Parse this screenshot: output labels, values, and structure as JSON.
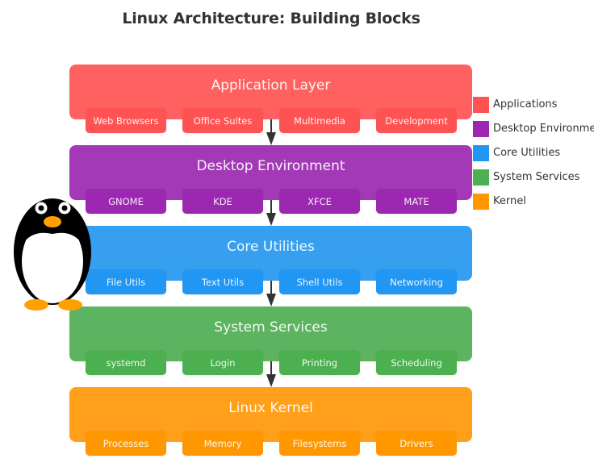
{
  "title": "Linux Architecture: Building Blocks",
  "layers": [
    {
      "name": "Application Layer",
      "color": "#FF5252",
      "layer_fill": "#FF6161",
      "sub_fill": "#FF5252",
      "components": [
        "Web Browsers",
        "Office Suites",
        "Multimedia",
        "Development"
      ]
    },
    {
      "name": "Desktop Environment",
      "color": "#9C27B0",
      "layer_fill": "#A339B6",
      "sub_fill": "#9C27B0",
      "components": [
        "GNOME",
        "KDE",
        "XFCE",
        "MATE"
      ]
    },
    {
      "name": "Core Utilities",
      "color": "#2196F3",
      "layer_fill": "#369FF0",
      "sub_fill": "#2196F3",
      "components": [
        "File Utils",
        "Text Utils",
        "Shell Utils",
        "Networking"
      ]
    },
    {
      "name": "System Services",
      "color": "#4CAF50",
      "layer_fill": "#5CB360",
      "sub_fill": "#4CAF50",
      "components": [
        "systemd",
        "Login",
        "Printing",
        "Scheduling"
      ]
    },
    {
      "name": "Linux Kernel",
      "color": "#FF9800",
      "layer_fill": "#FF9F1A",
      "sub_fill": "#FF9800",
      "components": [
        "Processes",
        "Memory",
        "Filesystems",
        "Drivers"
      ]
    }
  ],
  "legend": [
    {
      "label": "Applications",
      "color": "#FF5252"
    },
    {
      "label": "Desktop Environment",
      "color": "#9C27B0"
    },
    {
      "label": "Core Utilities",
      "color": "#2196F3"
    },
    {
      "label": "System Services",
      "color": "#4CAF50"
    },
    {
      "label": "Kernel",
      "color": "#FF9800"
    }
  ],
  "arrow_color": "#333333",
  "mascot": {
    "name": "Tux penguin",
    "body_color": "#000000",
    "belly_color": "#FFFFFF",
    "beak_feet_color": "#FFA000"
  }
}
